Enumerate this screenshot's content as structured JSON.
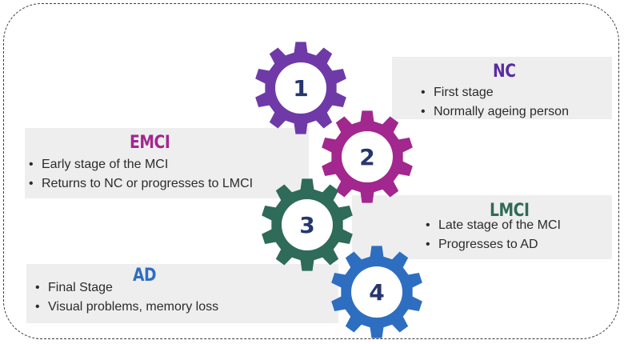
{
  "stages": [
    {
      "key": "nc",
      "number": "1",
      "title": "NC",
      "points": [
        "First stage",
        "Normally ageing person"
      ]
    },
    {
      "key": "emci",
      "number": "2",
      "title": "EMCI",
      "points": [
        "Early stage of the MCI",
        "Returns to NC or progresses to LMCI"
      ]
    },
    {
      "key": "lmci",
      "number": "3",
      "title": "LMCI",
      "points": [
        "Late stage of the MCI",
        "Progresses to AD"
      ]
    },
    {
      "key": "ad",
      "number": "4",
      "title": "AD",
      "points": [
        "Final Stage",
        "Visual problems, memory loss"
      ]
    }
  ],
  "colors": {
    "gear1": "#6f3aa8",
    "gear2": "#a2278e",
    "gear3": "#2e6b58",
    "gear4": "#2e6ec1",
    "number_text": "#26366e",
    "nc_title": "#5a2ba0",
    "emci_title": "#a2278e",
    "lmci_title": "#2e6b58",
    "ad_title": "#2e6ec1"
  },
  "icons": [
    "gear-icon"
  ]
}
